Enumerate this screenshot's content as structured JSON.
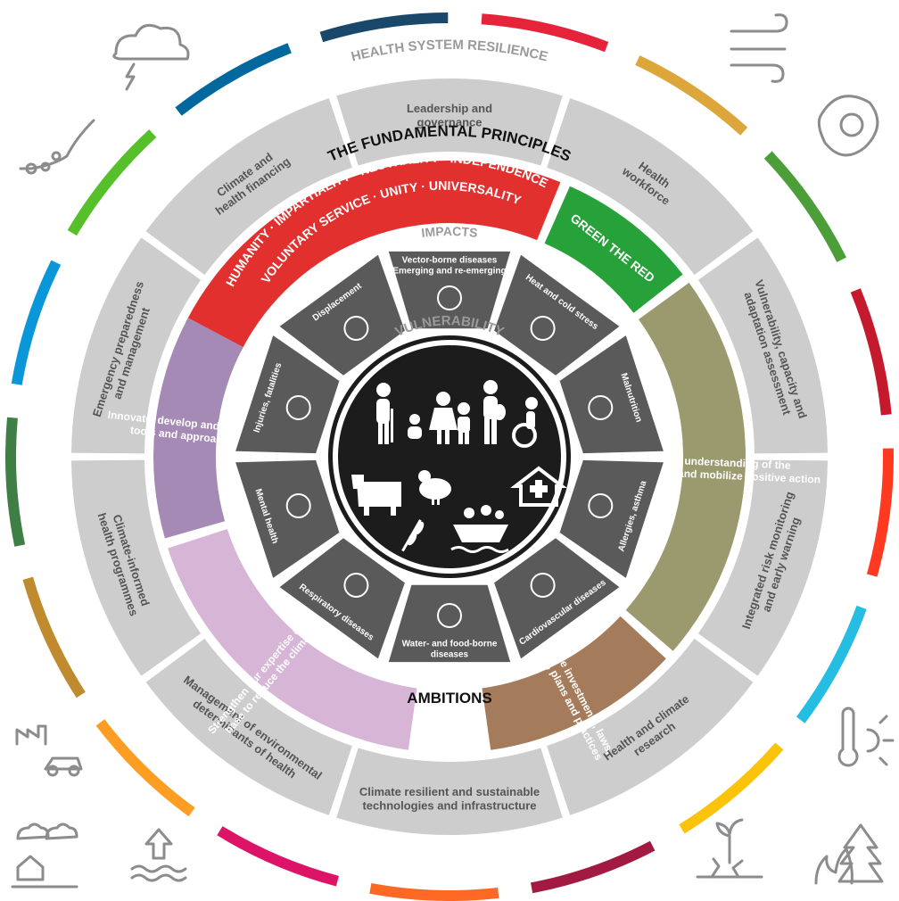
{
  "sdg_colors": [
    "#e5243b",
    "#dda63a",
    "#4c9f38",
    "#c5192d",
    "#ff3a21",
    "#26bde2",
    "#fcc30b",
    "#a21942",
    "#fd6925",
    "#dd1367",
    "#fd9d24",
    "#bf8b2e",
    "#3f7e44",
    "#0a97d9",
    "#56c02b",
    "#00689d",
    "#19486a"
  ],
  "health_system": {
    "title": "HEALTH SYSTEM RESILIENCE",
    "sectors": [
      "Leadership and|governance",
      "Health|workforce",
      "Vulnerability, capacity and|adaptation assessment",
      "Integrated risk monitoring|and early warning",
      "Health and climate|research",
      "Climate resilient and sustainable|technologies and infrastructure",
      "Management of environmental|determinants of health",
      "Climate-informed|health programmes",
      "Emergency preparedness|and management",
      "Climate and|health financing"
    ]
  },
  "principles": {
    "title": "THE FUNDAMENTAL PRINCIPLES",
    "line1": "HUMANITY · IMPARTIALITY · NEUTRALITY · INDEPENDENCE",
    "line2": "VOLUNTARY SERVICE · UNITY · UNIVERSALITY",
    "green_label": "GREEN THE RED"
  },
  "ambitions": {
    "title": "AMBITIONS",
    "items": [
      {
        "text": "Increase understanding of the|climate crisis and mobilize positive action",
        "color": "#9b9a6e"
      },
      {
        "text": "Influence investments, laws,|policies, plans and practices",
        "color": "#a57c5b"
      },
      {
        "text": "Strengthen our expertise and volunteer|base to reduce the climate impacts",
        "color": "#d7b5d6"
      },
      {
        "text": "Innovate, develop and enhance|tools and approaches",
        "color": "#a48ab5"
      }
    ]
  },
  "impacts": {
    "title": "IMPACTS",
    "items": [
      "Vector-borne diseases|Emerging and re-emerging",
      "Heat and cold stress",
      "Malnutrition",
      "Allergies, asthma",
      "Cardiovascular diseases",
      "Water- and food-borne|diseases",
      "Respiratory diseases",
      "Mental health",
      "Injuries, fatalities",
      "Displacement"
    ]
  },
  "vulnerability": {
    "title": "VULNERABILITY"
  },
  "hazard_icons": [
    "storm-icon",
    "wind-icon",
    "cyclone-icon",
    "heat-thermometer-icon",
    "wildfire-icon",
    "drought-icon",
    "sea-level-rise-icon",
    "flood-icon",
    "pollution-icon",
    "landslide-icon"
  ]
}
